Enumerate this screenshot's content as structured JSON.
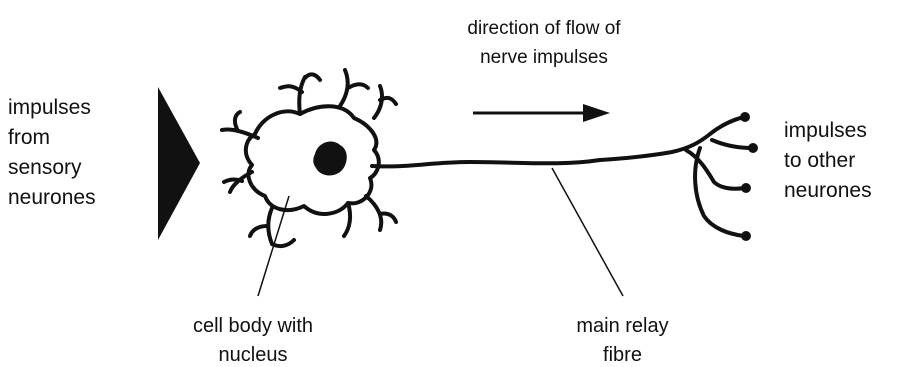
{
  "labels": {
    "incoming": [
      "impulses",
      "from",
      "sensory",
      "neurones"
    ],
    "outgoing": [
      "impulses",
      "to other",
      "neurones"
    ],
    "flow": [
      "direction of flow of",
      "nerve impulses"
    ],
    "cell_body": [
      "cell body with",
      "nucleus"
    ],
    "fibre": [
      "main relay",
      "fibre"
    ]
  },
  "colors": {
    "ink": "#111111",
    "background": "#ffffff"
  }
}
